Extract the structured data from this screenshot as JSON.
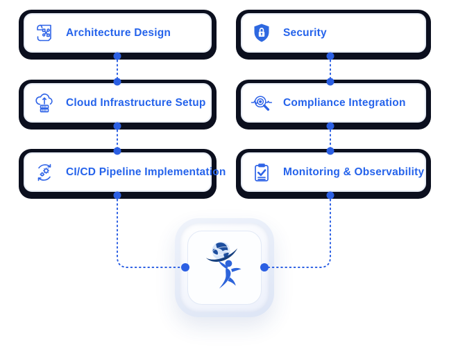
{
  "diagram": {
    "title": "",
    "nodes": [
      {
        "id": "architecture",
        "label": "Architecture Design",
        "icon": "blueprint-icon",
        "column": "left",
        "row": 1
      },
      {
        "id": "cloud",
        "label": "Cloud Infrastructure Setup",
        "icon": "cloud-server-icon",
        "column": "left",
        "row": 2
      },
      {
        "id": "cicd",
        "label": "CI/CD Pipeline Implementation",
        "icon": "cicd-gears-icon",
        "column": "left",
        "row": 3
      },
      {
        "id": "security",
        "label": "Security",
        "icon": "shield-lock-icon",
        "column": "right",
        "row": 1
      },
      {
        "id": "compliance",
        "label": "Compliance Integration",
        "icon": "compliance-scan-icon",
        "column": "right",
        "row": 2
      },
      {
        "id": "monitoring",
        "label": "Monitoring & Observability",
        "icon": "clipboard-check-icon",
        "column": "right",
        "row": 3
      }
    ],
    "hub": {
      "icon": "globe-figure-logo"
    },
    "connections": [
      "architecture -> cloud",
      "cloud -> cicd",
      "cicd -> hub-left",
      "security -> compliance",
      "compliance -> monitoring",
      "monitoring -> hub-right"
    ],
    "colors": {
      "label_blue": "#2563eb",
      "connector_blue": "#2b5fe3",
      "frame_black": "#0b0f1e",
      "card_border": "#e7ecf5",
      "logo_blue": "#2d64da",
      "logo_navy": "#17407f",
      "background": "#ffffff"
    },
    "connector_style": "dotted"
  }
}
